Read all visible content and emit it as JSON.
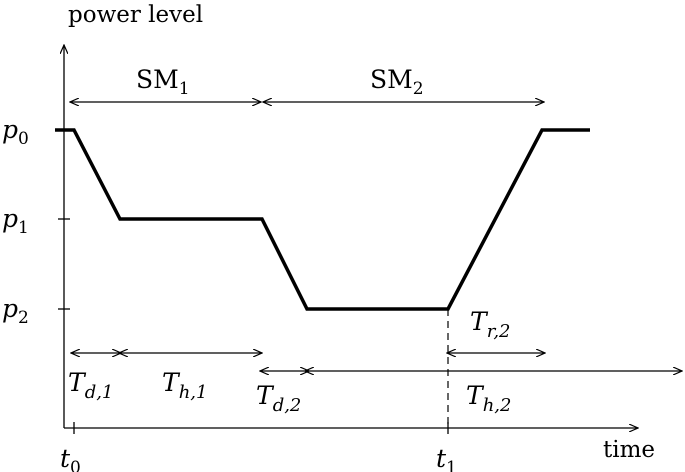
{
  "axes": {
    "y_label": "power level",
    "x_label": "time"
  },
  "levels": [
    {
      "sym": "p",
      "sub": "0"
    },
    {
      "sym": "p",
      "sub": "1"
    },
    {
      "sym": "p",
      "sub": "2"
    }
  ],
  "time_marks": [
    {
      "sym": "t",
      "sub": "0"
    },
    {
      "sym": "t",
      "sub": "1"
    }
  ],
  "modes": [
    {
      "sym": "SM",
      "sub": "1"
    },
    {
      "sym": "SM",
      "sub": "2"
    }
  ],
  "durations": [
    {
      "sym": "T",
      "sub": "d,1"
    },
    {
      "sym": "T",
      "sub": "h,1"
    },
    {
      "sym": "T",
      "sub": "d,2"
    },
    {
      "sym": "T",
      "sub": "r,2"
    },
    {
      "sym": "T",
      "sub": "h,2"
    }
  ]
}
